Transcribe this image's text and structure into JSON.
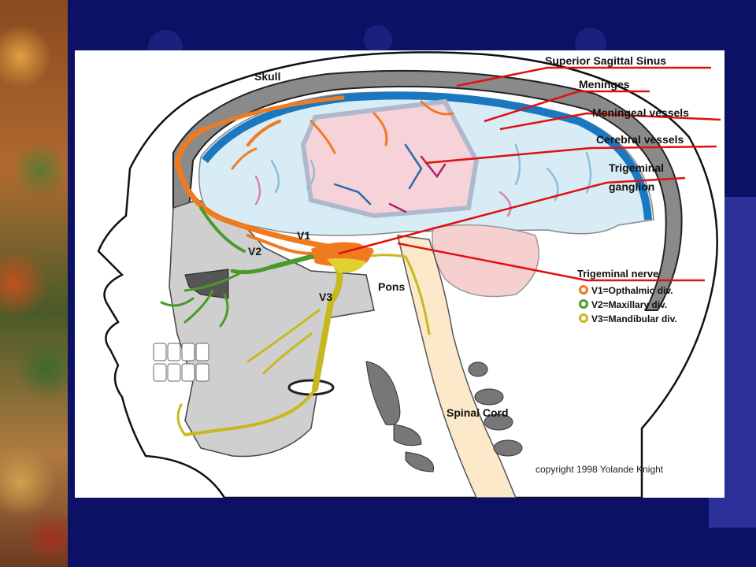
{
  "labels": {
    "superior_sagittal_sinus": "Superior Sagittal Sinus",
    "skull": "Skull",
    "meninges": "Meninges",
    "meningeal_vessels": "Meningeal vessels",
    "cerebral_vessels": "Cerebral vessels",
    "trigeminal_ganglion_line1": "Trigeminal",
    "trigeminal_ganglion_line2": "ganglion",
    "v1": "V1",
    "v2": "V2",
    "v3": "V3",
    "pons": "Pons",
    "spinal_cord": "Spinal Cord"
  },
  "legend": {
    "title": "Trigeminal nerve",
    "items": [
      {
        "text": "V1=Opthalmic div.",
        "color": "#f07a20"
      },
      {
        "text": "V2=Maxillary div.",
        "color": "#4a9a2a"
      },
      {
        "text": "V3=Mandibular div.",
        "color": "#c8b820"
      }
    ]
  },
  "copyright": "copyright 1998 Yolande Knight",
  "colors": {
    "background": "#0c1166",
    "leader_line": "#e01010",
    "sinus": "#1a78c0",
    "skull": "#777777",
    "v1": "#f07a20",
    "v2": "#4a9a2a",
    "v3": "#c8b820"
  }
}
